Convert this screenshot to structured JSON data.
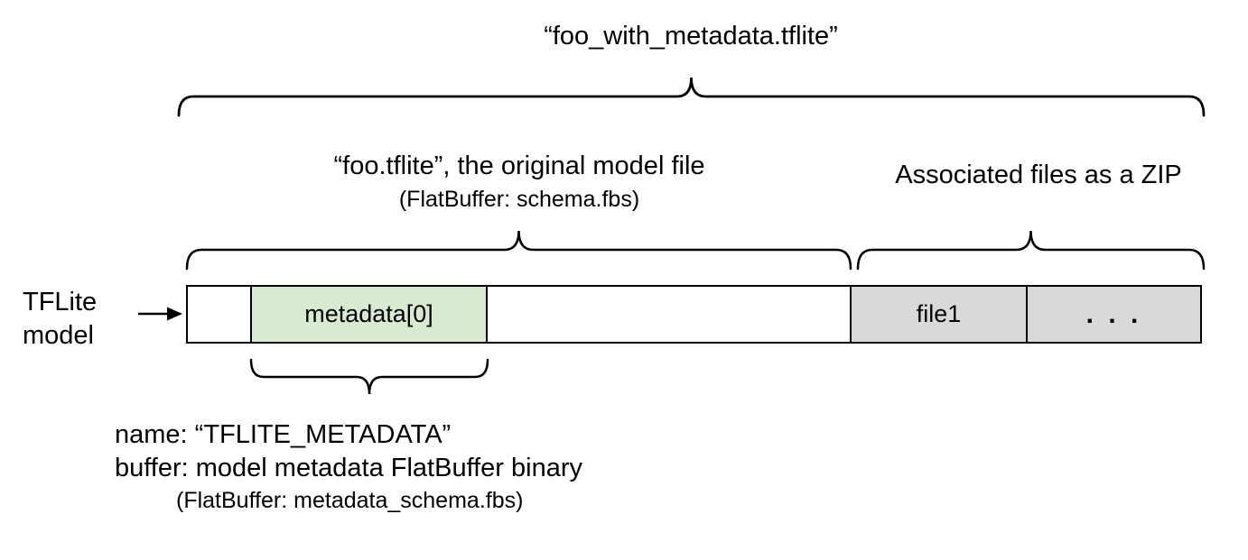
{
  "diagram": {
    "title": "“foo_with_metadata.tflite”",
    "original_model_section": {
      "label": "“foo.tflite”, the original model file",
      "sublabel": "(FlatBuffer: schema.fbs)"
    },
    "associated_files_section": {
      "label": "Associated files as a ZIP"
    },
    "pointer_label": "TFLite\nmodel",
    "bar": {
      "segments": [
        {
          "label": "",
          "fill": "white"
        },
        {
          "label": "metadata[0]",
          "fill": "green"
        },
        {
          "label": "",
          "fill": "white"
        },
        {
          "label": "file1",
          "fill": "gray"
        },
        {
          "label": ". . .",
          "fill": "gray"
        }
      ]
    },
    "metadata_note": {
      "line1": "name: “TFLITE_METADATA”",
      "line2": "buffer: model metadata FlatBuffer binary",
      "line3": "(FlatBuffer: metadata_schema.fbs)"
    },
    "colors": {
      "metadata_segment_fill": "#d9ead3",
      "associated_file_fill": "#d9d9d9",
      "line_color": "#000000",
      "background": "#ffffff"
    }
  }
}
